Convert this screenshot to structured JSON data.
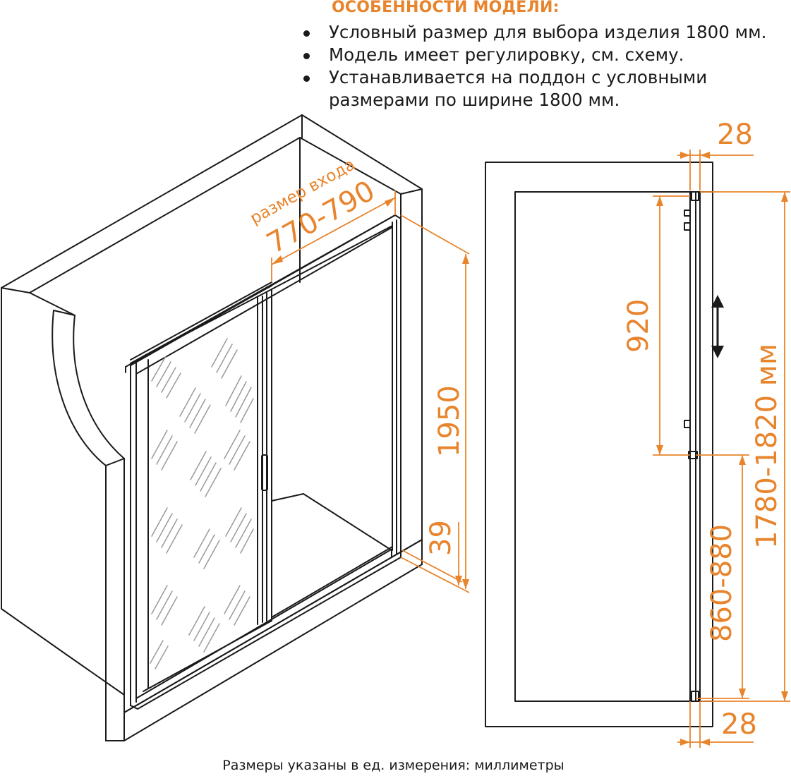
{
  "colors": {
    "accent": "#E8842C",
    "line": "#1a1a1a",
    "glass_pattern": "#9a9a9a"
  },
  "features": {
    "title": "ОСОБЕННОСТИ МОДЕЛИ:",
    "items": [
      "Условный размер для выбора изделия 1800 мм.",
      "Модель имеет регулировку, см. схему.",
      "Устанавливается на поддон с условными размерами по ширине 1800 мм."
    ]
  },
  "dimensions": {
    "entry_label": "размер входа",
    "entry_value": "770-790",
    "height": "1950",
    "bottom_gap": "39",
    "top_profile": "28",
    "bottom_profile": "28",
    "adjust_height": "920",
    "lower_height": "860-880",
    "total_range": "1780-1820 мм"
  },
  "footnote": "Размеры указаны в ед. измерения: миллиметры"
}
